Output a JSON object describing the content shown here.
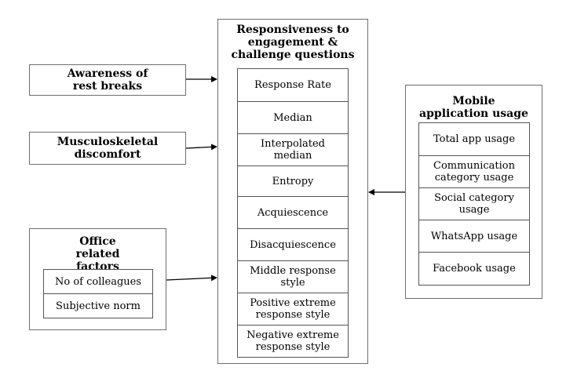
{
  "left": {
    "awareness": {
      "title": "Awareness of rest breaks"
    },
    "musculoskeletal": {
      "title": "Musculoskeletal discomfort"
    },
    "office": {
      "title": "Office related factors",
      "items": [
        "No of colleagues",
        "Subjective norm"
      ]
    }
  },
  "center": {
    "title": "Responsiveness to engagement & challenge questions",
    "items": [
      "Response Rate",
      "Median",
      "Interpolated median",
      "Entropy",
      "Acquiescence",
      "Disacquiescence",
      "Middle response style",
      "Positive extreme response style",
      "Negative extreme response style"
    ]
  },
  "right": {
    "title": "Mobile application usage",
    "items": [
      "Total app usage",
      "Communication category usage",
      "Social category usage",
      "WhatsApp usage",
      "Facebook usage"
    ]
  }
}
